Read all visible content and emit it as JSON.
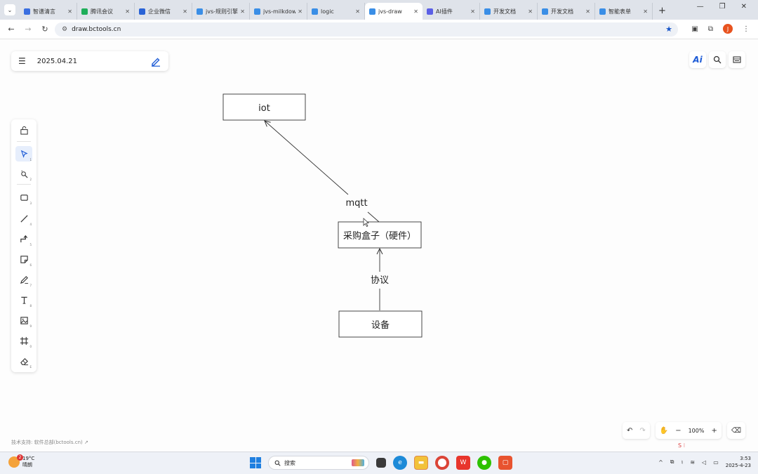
{
  "browser": {
    "tabs": [
      {
        "label": "智谱清言",
        "fav_color": "#3b6fe0",
        "active": false
      },
      {
        "label": "腾讯会议",
        "fav_color": "#1fae5a",
        "active": false
      },
      {
        "label": "企业微信",
        "fav_color": "#2a63d6",
        "active": false
      },
      {
        "label": "jvs-规则引擎",
        "fav_color": "#3a8ee6",
        "active": false
      },
      {
        "label": "jvs-milkdown",
        "fav_color": "#3a8ee6",
        "active": false
      },
      {
        "label": "logic",
        "fav_color": "#3a8ee6",
        "active": false
      },
      {
        "label": "jvs-draw",
        "fav_color": "#3a8ee6",
        "active": true
      },
      {
        "label": "AI插件",
        "fav_color": "#5b5fe6",
        "active": false
      },
      {
        "label": "开发文档",
        "fav_color": "#3a8ee6",
        "active": false
      },
      {
        "label": "开发文档",
        "fav_color": "#3a8ee6",
        "active": false
      },
      {
        "label": "智能表单",
        "fav_color": "#3a8ee6",
        "active": false
      }
    ],
    "new_tab": "+",
    "url": "draw.bctools.cn",
    "profile_initial": "J"
  },
  "app": {
    "doc_title": "2025.04.21",
    "ai_label": "Ai",
    "credit": "技术支持: 软件总部(bctools.cn) ↗",
    "zoom": "100%",
    "badge": "S ⁝"
  },
  "toolbar": {
    "tools": [
      {
        "name": "lock-tool",
        "hotkey": "",
        "selected": false
      },
      {
        "name": "select-tool",
        "hotkey": "1",
        "selected": true
      },
      {
        "name": "laser-tool",
        "hotkey": "2",
        "selected": false
      },
      {
        "name": "rectangle-tool",
        "hotkey": "3",
        "selected": false
      },
      {
        "name": "line-tool",
        "hotkey": "4",
        "selected": false
      },
      {
        "name": "connector-tool",
        "hotkey": "5",
        "selected": false
      },
      {
        "name": "note-tool",
        "hotkey": "6",
        "selected": false
      },
      {
        "name": "pen-tool",
        "hotkey": "7",
        "selected": false
      },
      {
        "name": "text-tool",
        "hotkey": "8",
        "selected": false
      },
      {
        "name": "image-tool",
        "hotkey": "9",
        "selected": false
      },
      {
        "name": "frame-tool",
        "hotkey": "0",
        "selected": false
      },
      {
        "name": "eraser-tool",
        "hotkey": "E",
        "selected": false
      }
    ]
  },
  "diagram": {
    "nodes": {
      "iot": "iot",
      "box": "采购盒子（硬件）",
      "device": "设备"
    },
    "edges": {
      "mqtt": "mqtt",
      "protocol": "协议"
    }
  },
  "taskbar": {
    "weather_temp": "19°C",
    "weather_desc": "晴朗",
    "weather_badge": "2",
    "search_placeholder": "搜索",
    "time": "3:53",
    "date": "2025-4-23"
  }
}
